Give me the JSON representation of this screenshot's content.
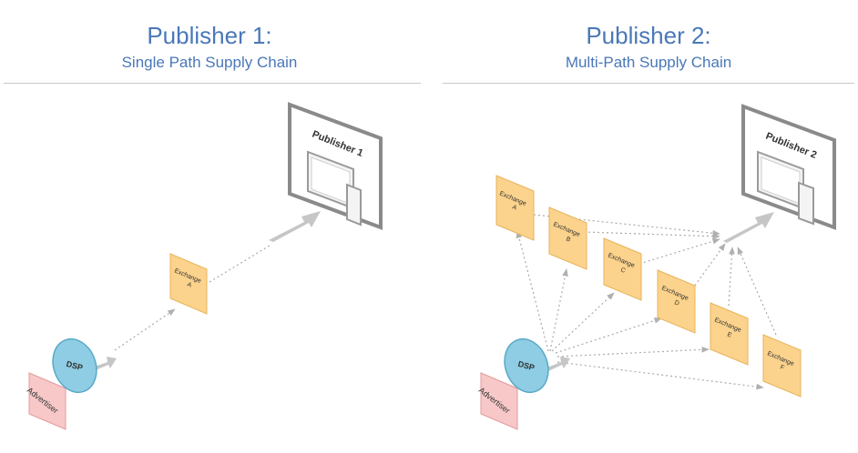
{
  "colors": {
    "title": "#4a78b8",
    "exchange_fill": "#fcd38c",
    "exchange_stroke": "#e7b35a",
    "dsp_fill": "#8ecde4",
    "dsp_stroke": "#5aa9c7",
    "advertiser_fill": "#f8c8c8",
    "advertiser_stroke": "#e39a9a",
    "arrow": "#b0b0b0"
  },
  "left": {
    "title": "Publisher 1:",
    "subtitle": "Single Path Supply Chain",
    "publisher_label": "Publisher 1",
    "dsp_label": "DSP",
    "advertiser_label": "Advertiser",
    "exchanges": [
      {
        "name": "Exchange",
        "letter": "A"
      }
    ]
  },
  "right": {
    "title": "Publisher 2:",
    "subtitle": "Multi-Path Supply Chain",
    "publisher_label": "Publisher 2",
    "dsp_label": "DSP",
    "advertiser_label": "Advertiser",
    "exchanges": [
      {
        "name": "Exchange",
        "letter": "A"
      },
      {
        "name": "Exchange",
        "letter": "B"
      },
      {
        "name": "Exchange",
        "letter": "C"
      },
      {
        "name": "Exchange",
        "letter": "D"
      },
      {
        "name": "Exchange",
        "letter": "E"
      },
      {
        "name": "Exchange",
        "letter": "F"
      }
    ]
  }
}
